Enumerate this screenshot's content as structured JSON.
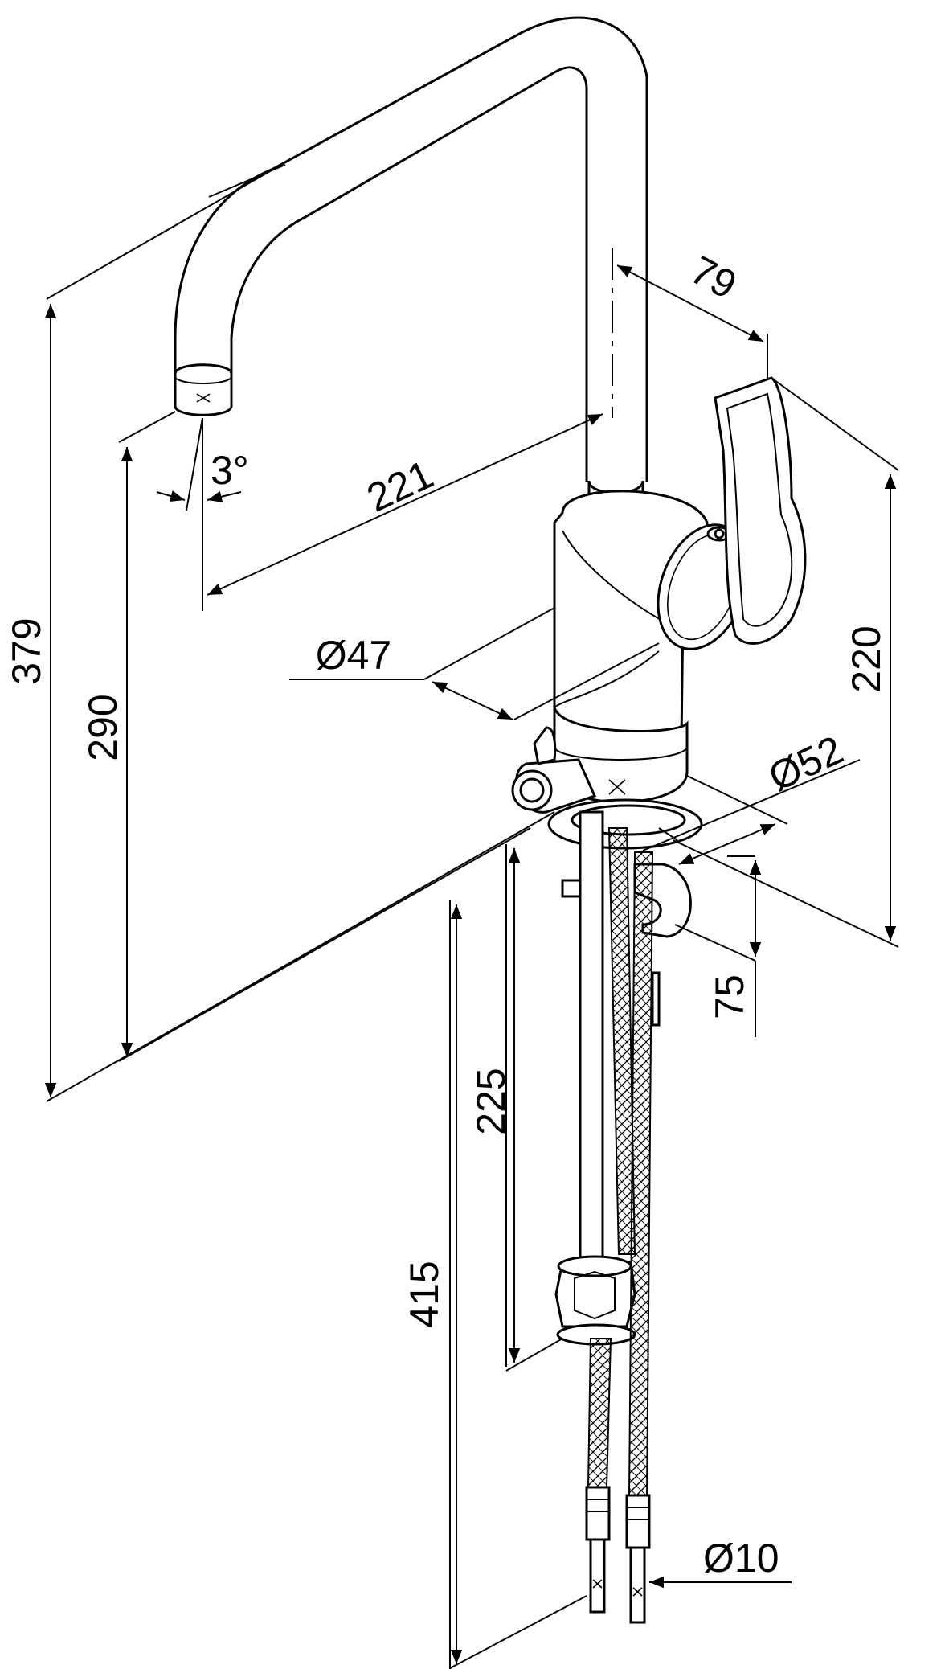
{
  "drawing": {
    "subject": "kitchen mixer tap technical drawing",
    "line_color": "#000000",
    "background_color": "#ffffff"
  },
  "dimensions": {
    "overall_height": "379",
    "spout_height": "290",
    "spout_reach": "221",
    "spout_angle": "3°",
    "handle_offset": "79",
    "handle_height": "220",
    "body_diameter": "Ø47",
    "base_diameter": "Ø52",
    "max_deck_thickness": "75",
    "mounting_rod_length": "225",
    "hose_length": "415",
    "hose_connection": "Ø10"
  }
}
